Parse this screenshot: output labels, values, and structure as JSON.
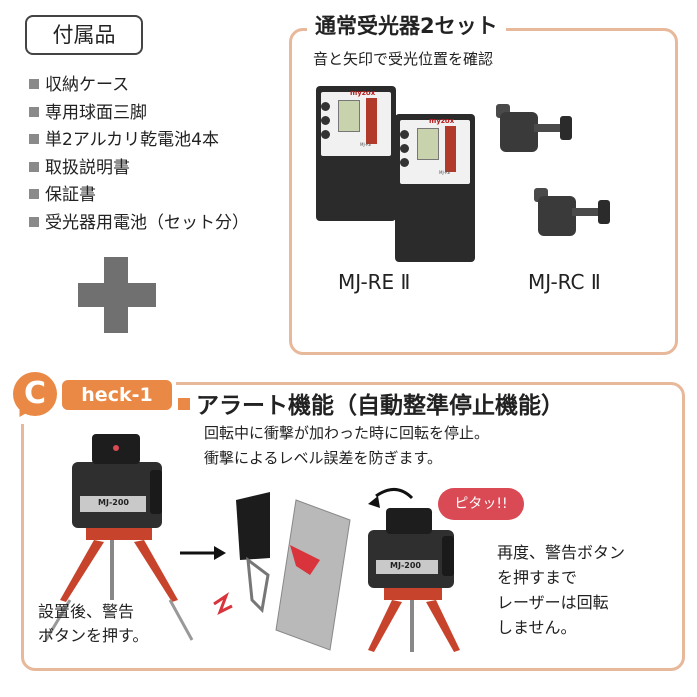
{
  "accessories": {
    "title": "付属品",
    "items": [
      "収納ケース",
      "専用球面三脚",
      "単2アルカリ乾電池4本",
      "取扱説明書",
      "保証書",
      "受光器用電池（セット分）"
    ]
  },
  "receiver_set": {
    "title": "通常受光器2セット",
    "subtitle": "音と矢印で受光位置を確認",
    "receiver_brand": "myzox",
    "receiver_model_print": "MJ-RE",
    "receiver_caption": "MJ-RE Ⅱ",
    "clamp_caption": "MJ-RC Ⅱ"
  },
  "check": {
    "badge_letter": "C",
    "badge_label": "heck-1",
    "title": "アラート機能（自動整準停止機能）",
    "description_line1": "回転中に衝撃が加わった時に回転を停止。",
    "description_line2": "衝撃によるレベル誤差を防ぎます。",
    "laser_model": "MJ-200",
    "caption_left_line1": "設置後、警告",
    "caption_left_line2": "ボタンを押す。",
    "bubble": "ピタッ!!",
    "caption_right_line1": "再度、警告ボタン",
    "caption_right_line2": "を押すまで",
    "caption_right_line3": "レーザーは回転",
    "caption_right_line4": "しません。"
  },
  "colors": {
    "accent": "#ea8845",
    "frame": "#e8b89a",
    "bubble": "#d94a55",
    "tripod": "#c8432c"
  }
}
